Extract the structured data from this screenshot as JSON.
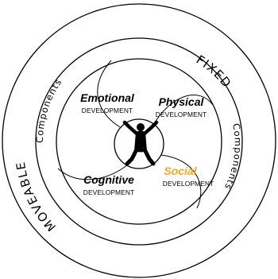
{
  "rings": {
    "moveable": {
      "big": "MOVEABLE",
      "small": "Components"
    },
    "fixed": {
      "big": "FIXED",
      "small": "Components"
    }
  },
  "segments": [
    {
      "title": "Emotional",
      "subtitle": "DEVELOPMENT"
    },
    {
      "title": "Physical",
      "subtitle": "DEVELOPMENT"
    },
    {
      "title": "Cognitive",
      "subtitle": "DEVELOPMENT"
    },
    {
      "title": "Social",
      "subtitle": "DEVELOPMENT"
    }
  ],
  "colors": {
    "line": "#000000",
    "highlight": "#f5a623"
  },
  "icons": {
    "center": "person-figure-icon"
  }
}
